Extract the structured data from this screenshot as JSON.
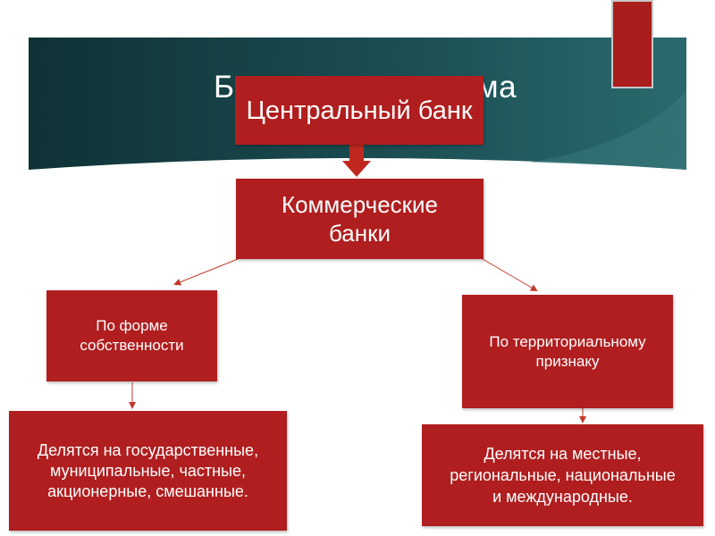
{
  "header": {
    "title": "Банковская система"
  },
  "nodes": {
    "central_bank": "Центральный банк",
    "commercial_banks": "Коммерческие банки",
    "by_ownership": "По форме собственности",
    "by_territory": "По территориальному признаку",
    "ownership_types": "Делятся на государственные, муниципальные, частные, акционерные, смешанные.",
    "territory_types": "Делятся на местные, региональные, национальные и международные."
  },
  "colors": {
    "banner": "#163f44",
    "box": "#b01e1f",
    "arrow": "#c23a2a"
  }
}
